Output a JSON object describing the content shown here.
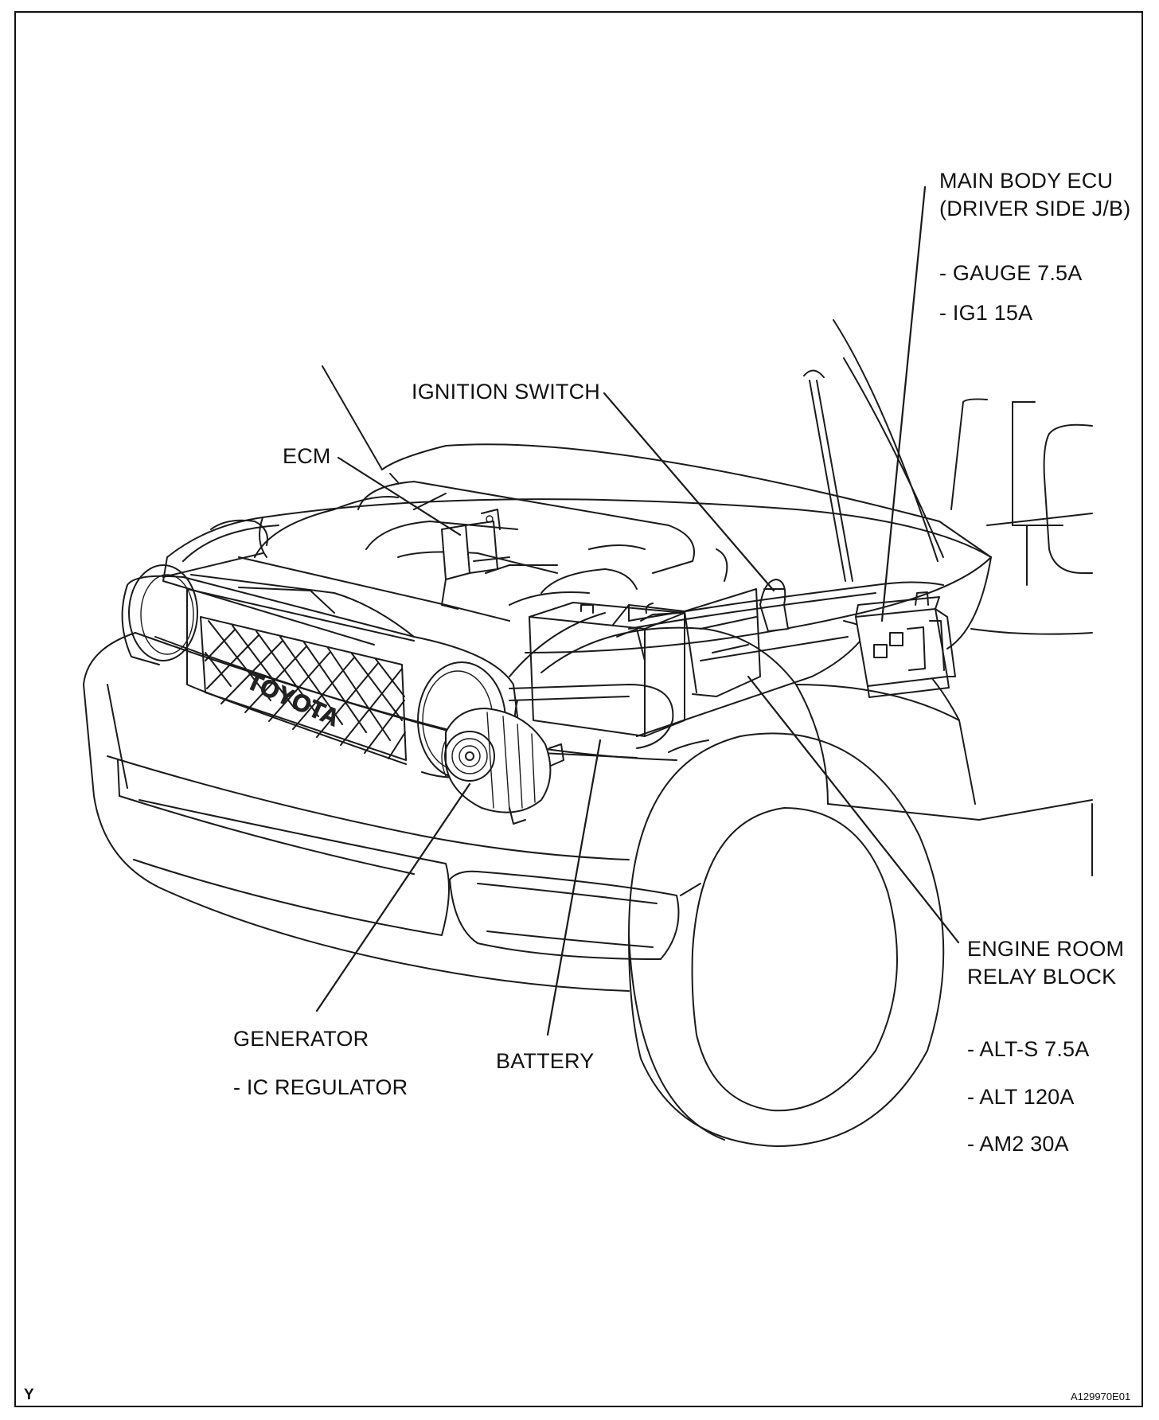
{
  "labels": {
    "main_body_ecu": "MAIN BODY ECU",
    "driver_side_jb": "(DRIVER SIDE J/B)",
    "gauge": "- GAUGE 7.5A",
    "ig1": "- IG1 15A",
    "ignition_switch": "IGNITION SWITCH",
    "ecm": "ECM",
    "engine_room": "ENGINE ROOM",
    "relay_block": "RELAY BLOCK",
    "alt_s": "- ALT-S 7.5A",
    "alt": "- ALT 120A",
    "am2": "- AM2 30A",
    "generator": "GENERATOR",
    "ic_regulator": "- IC REGULATOR",
    "battery": "BATTERY",
    "grille_emblem": "TOYOTA"
  },
  "corner": {
    "left": "Y",
    "figure_code": "A129970E01"
  }
}
